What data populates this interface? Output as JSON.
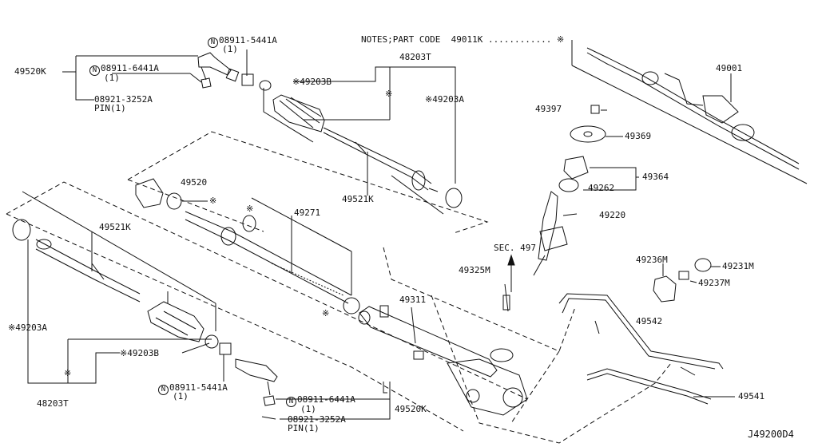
{
  "notes": "NOTES;PART CODE  49011K ............ ※",
  "diagram_code": "J49200D4",
  "sec_ref": "SEC. 497",
  "labels": {
    "p49520K_top": "49520K",
    "n08911_6441A_top": "08911-6441A",
    "qty1_a": "(1)",
    "p08921_3252A_top": "08921-3252A",
    "pin1_top": "PIN(1)",
    "n08911_5441A_top": "08911-5441A",
    "qty1_b": "(1)",
    "p48203T_top": "48203T",
    "p49203B_top": "※49203B",
    "star_top": "※",
    "p49203A_top": "※49203A",
    "p49521K_top": "49521K",
    "p49520": "49520",
    "star_49520": "※",
    "p49271": "49271",
    "star_49271": "※",
    "star_bushing": "※",
    "p49521K_left": "49521K",
    "p49203A_left": "※49203A",
    "star_left": "※",
    "p49203B_left": "※49203B",
    "p48203T_left": "48203T",
    "n08911_5441A_bottom": "08911-5441A",
    "qty1_c": "(1)",
    "n08911_6441A_bottom": "08911-6441A",
    "qty1_d": "(1)",
    "p08921_3252A_bottom": "08921-3252A",
    "pin1_bottom": "PIN(1)",
    "p49520K_bottom": "49520K",
    "p49311": "49311",
    "p49325M": "49325M",
    "p49397": "49397",
    "p49369": "49369",
    "p49364": "49364",
    "p49262": "49262",
    "p49220": "49220",
    "p49001": "49001",
    "p49236M": "49236M",
    "p49231M": "49231M",
    "p49237M": "49237M",
    "p49542": "49542",
    "p49541": "49541"
  },
  "circle_mark": "N"
}
